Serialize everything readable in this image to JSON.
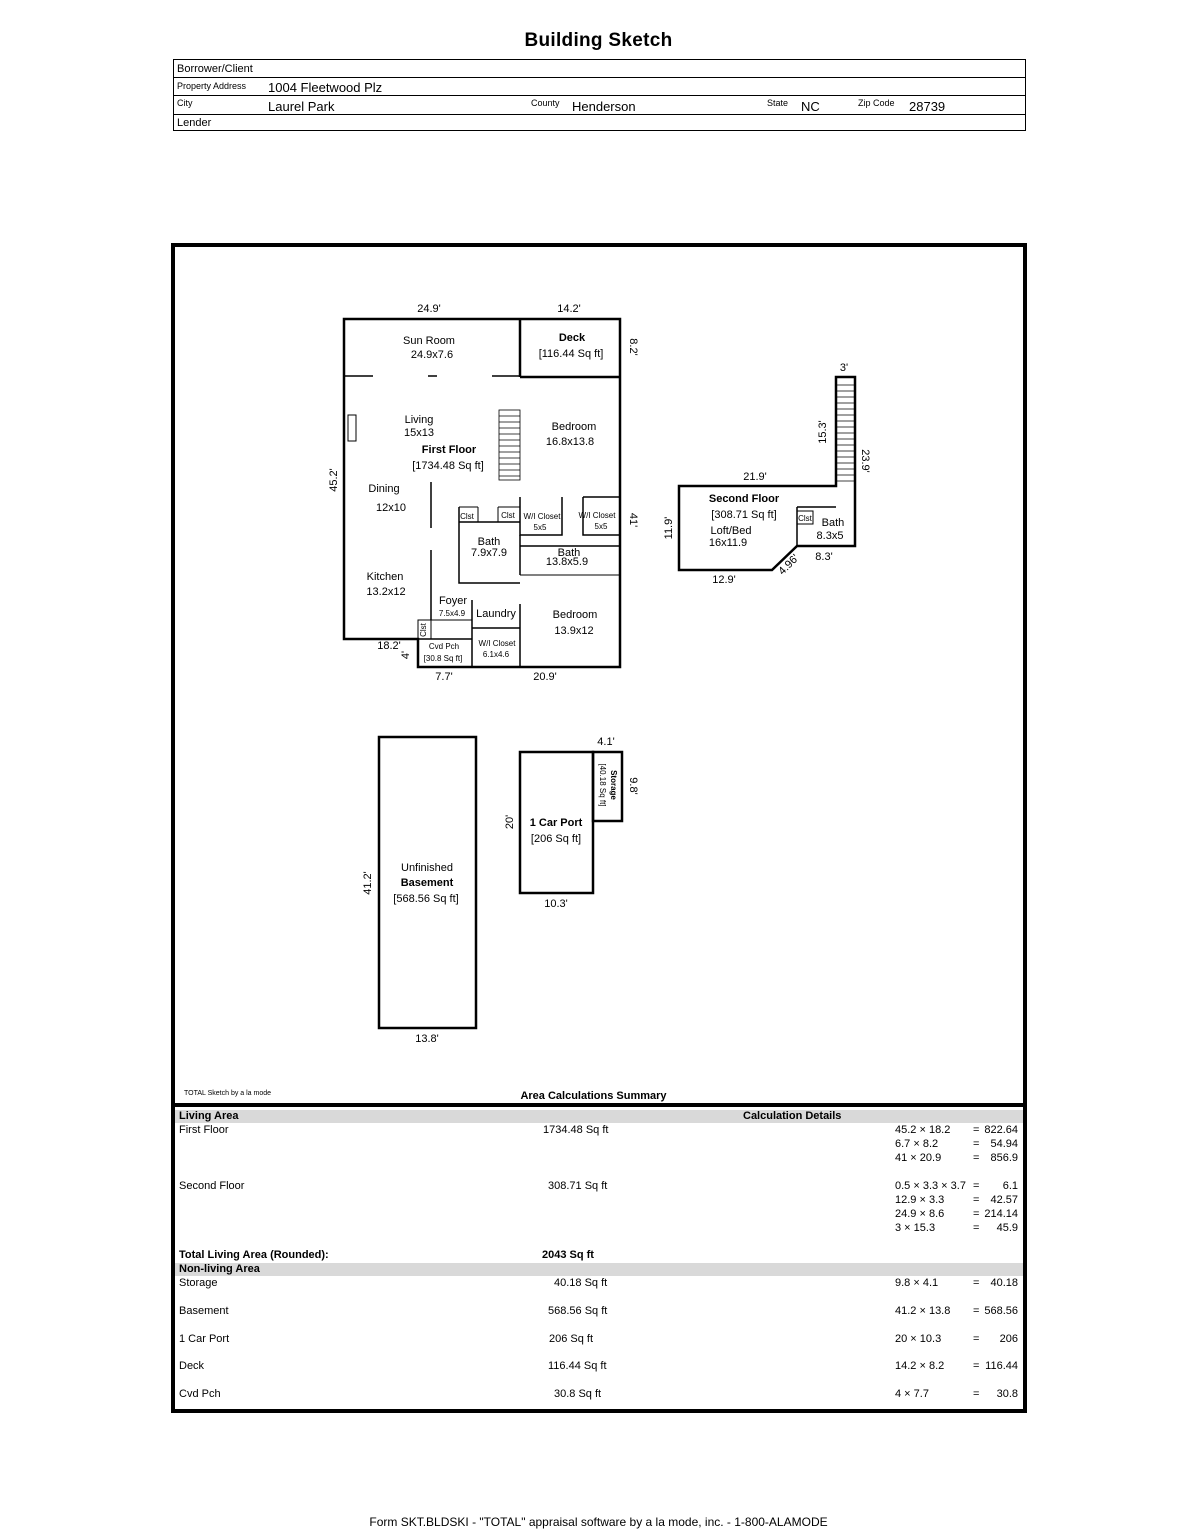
{
  "title": "Building Sketch",
  "header": {
    "borrower_label": "Borrower/Client",
    "address_label": "Property Address",
    "address": "1004 Fleetwood Plz",
    "city_label": "City",
    "city": "Laurel Park",
    "county_label": "County",
    "county": "Henderson",
    "state_label": "State",
    "state": "NC",
    "zip_label": "Zip Code",
    "zip": "28739",
    "lender_label": "Lender"
  },
  "sketch": {
    "first_floor": {
      "top_left_dim": "24.9'",
      "top_right_dim": "14.2'",
      "deck_dim": "8.2'",
      "left_dim": "45.2'",
      "right_dim": "41'",
      "bottom_left_dim": "18.2'",
      "pch_dim": "4'",
      "pch_width_dim": "7.7'",
      "bottom_right_dim": "20.9'",
      "sun_room": "Sun Room",
      "sun_room_size": "24.9x7.6",
      "deck": "Deck",
      "deck_area": "[116.44 Sq ft]",
      "living": "Living",
      "living_size": "15x13",
      "label": "First Floor",
      "area": "[1734.48 Sq ft]",
      "bedroom1": "Bedroom",
      "bedroom1_size": "16.8x13.8",
      "dining": "Dining",
      "dining_size": "12x10",
      "clst": "Clst",
      "wic": "W/I Closet",
      "wic_size": "5x5",
      "bath1": "Bath",
      "bath1_size": "7.9x7.9",
      "bath2": "Bath",
      "bath2_size": "13.8x5.9",
      "kitchen": "Kitchen",
      "kitchen_size": "13.2x12",
      "foyer": "Foyer",
      "foyer_size": "7.5x4.9",
      "laundry": "Laundry",
      "bedroom2": "Bedroom",
      "bedroom2_size": "13.9x12",
      "cvd_pch": "Cvd Pch",
      "cvd_pch_area": "[30.8 Sq ft]",
      "wic3": "W/I Closet",
      "wic3_size": "6.1x4.6"
    },
    "second_floor": {
      "stair_dim": "3'",
      "stair_len_dim": "15.3'",
      "right_dim": "23.9'",
      "top_dim": "21.9'",
      "left_dim": "11.9'",
      "bottom_dim": "12.9'",
      "diag_dim": "4.96'",
      "bath_dim": "8.3'",
      "label": "Second Floor",
      "area": "[308.71 Sq ft]",
      "loft": "Loft/Bed",
      "loft_size": "16x11.9",
      "clst": "Clst",
      "bath": "Bath",
      "bath_size": "8.3x5"
    },
    "basement": {
      "line1": "Unfinished",
      "line2": "Basement",
      "area": "[568.56 Sq ft]",
      "height_dim": "41.2'",
      "width_dim": "13.8'"
    },
    "carport": {
      "label": "1 Car Port",
      "area": "[206 Sq ft]",
      "height_dim": "20'",
      "width_dim": "10.3'"
    },
    "storage": {
      "label": "Storage",
      "area": "[40.18 Sq ft]",
      "width_dim": "4.1'",
      "height_dim": "9.8'"
    }
  },
  "credit": "TOTAL Sketch by a la mode",
  "summary": {
    "title": "Area Calculations Summary",
    "living_header": "Living Area",
    "calc_header": "Calculation Details",
    "living_rows": [
      {
        "name": "First Floor",
        "area": "1734.48 Sq ft",
        "calcs": [
          {
            "expr": "45.2 × 18.2",
            "eq": "=",
            "val": "822.64"
          },
          {
            "expr": "6.7 × 8.2",
            "eq": "=",
            "val": "54.94"
          },
          {
            "expr": "41 × 20.9",
            "eq": "=",
            "val": "856.9"
          }
        ]
      },
      {
        "name": "Second Floor",
        "area": "308.71 Sq ft",
        "calcs": [
          {
            "expr": "0.5 × 3.3 × 3.7",
            "eq": "=",
            "val": "6.1"
          },
          {
            "expr": "12.9 × 3.3",
            "eq": "=",
            "val": "42.57"
          },
          {
            "expr": "24.9 × 8.6",
            "eq": "=",
            "val": "214.14"
          },
          {
            "expr": "3 × 15.3",
            "eq": "=",
            "val": "45.9"
          }
        ]
      }
    ],
    "total_label": "Total Living Area (Rounded):",
    "total_value": "2043 Sq ft",
    "nonliving_header": "Non-living Area",
    "nonliving_rows": [
      {
        "name": "Storage",
        "area": "40.18 Sq ft",
        "expr": "9.8 × 4.1",
        "eq": "=",
        "val": "40.18"
      },
      {
        "name": "Basement",
        "area": "568.56 Sq ft",
        "expr": "41.2 × 13.8",
        "eq": "=",
        "val": "568.56"
      },
      {
        "name": "1 Car Port",
        "area": "206 Sq ft",
        "expr": "20 × 10.3",
        "eq": "=",
        "val": "206"
      },
      {
        "name": "Deck",
        "area": "116.44 Sq ft",
        "expr": "14.2 × 8.2",
        "eq": "=",
        "val": "116.44"
      },
      {
        "name": "Cvd Pch",
        "area": "30.8 Sq ft",
        "expr": "4 × 7.7",
        "eq": "=",
        "val": "30.8"
      }
    ]
  },
  "footer": "Form SKT.BLDSKI - \"TOTAL\" appraisal software by a la mode, inc. - 1-800-ALAMODE"
}
